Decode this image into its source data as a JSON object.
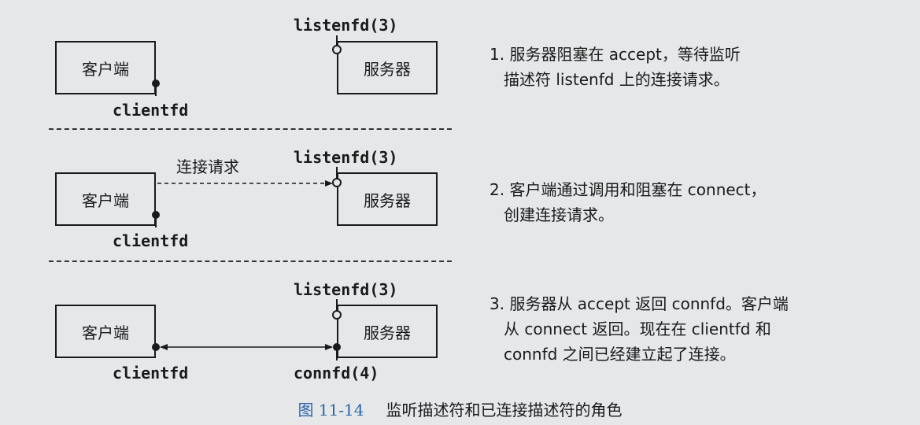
{
  "panels": [
    {
      "client_label": "客户端",
      "server_label": "服务器",
      "listen_label": "listenfd(3)",
      "client_fd_label": "clientfd",
      "request_label": "",
      "connfd_label": "",
      "desc_line1": "1. 服务器阻塞在 accept，等待监听",
      "desc_line2": "描述符 listenfd 上的连接请求。"
    },
    {
      "client_label": "客户端",
      "server_label": "服务器",
      "listen_label": "listenfd(3)",
      "client_fd_label": "clientfd",
      "request_label": "连接请求",
      "connfd_label": "",
      "desc_line1": "2. 客户端通过调用和阻塞在 connect，",
      "desc_line2": "创建连接请求。"
    },
    {
      "client_label": "客户端",
      "server_label": "服务器",
      "listen_label": "listenfd(3)",
      "client_fd_label": "clientfd",
      "request_label": "",
      "connfd_label": "connfd(4)",
      "desc_line1": "3. 服务器从 accept 返回 connfd。客户端",
      "desc_line2": "从 connect 返回。现在在 clientfd 和",
      "desc_line3": "connfd 之间已经建立起了连接。"
    }
  ],
  "caption": {
    "figure_no": "图 11-14",
    "text": "监听描述符和已连接描述符的角色"
  },
  "colors": {
    "background": "#e5e7e9",
    "ink": "#1a1a1a",
    "caption_figure": "#2b66a8"
  }
}
